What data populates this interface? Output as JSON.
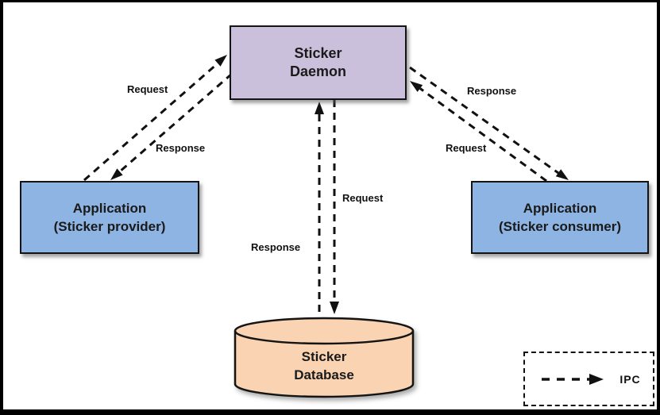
{
  "frame": {
    "background": "#FFFFFF",
    "border_color": "#000000"
  },
  "nodes": {
    "sticker_daemon": {
      "line1": "Sticker",
      "line2": "Daemon",
      "fill": "#CBC0DB"
    },
    "app_provider": {
      "line1": "Application",
      "line2": "(Sticker provider)",
      "fill": "#8DB4E2"
    },
    "app_consumer": {
      "line1": "Application",
      "line2": "(Sticker consumer)",
      "fill": "#8DB4E2"
    },
    "sticker_database": {
      "line1": "Sticker",
      "line2": "Database",
      "fill": "#FAD3B2"
    }
  },
  "edges": {
    "provider_to_daemon": {
      "label": "Request"
    },
    "daemon_to_provider": {
      "label": "Response"
    },
    "daemon_to_consumer": {
      "label": "Response"
    },
    "consumer_to_daemon": {
      "label": "Request"
    },
    "daemon_to_database": {
      "label": "Request"
    },
    "database_to_daemon": {
      "label": "Response"
    }
  },
  "legend": {
    "label": "IPC"
  },
  "arrow_color": "#111111",
  "node_border_color": "#141414"
}
